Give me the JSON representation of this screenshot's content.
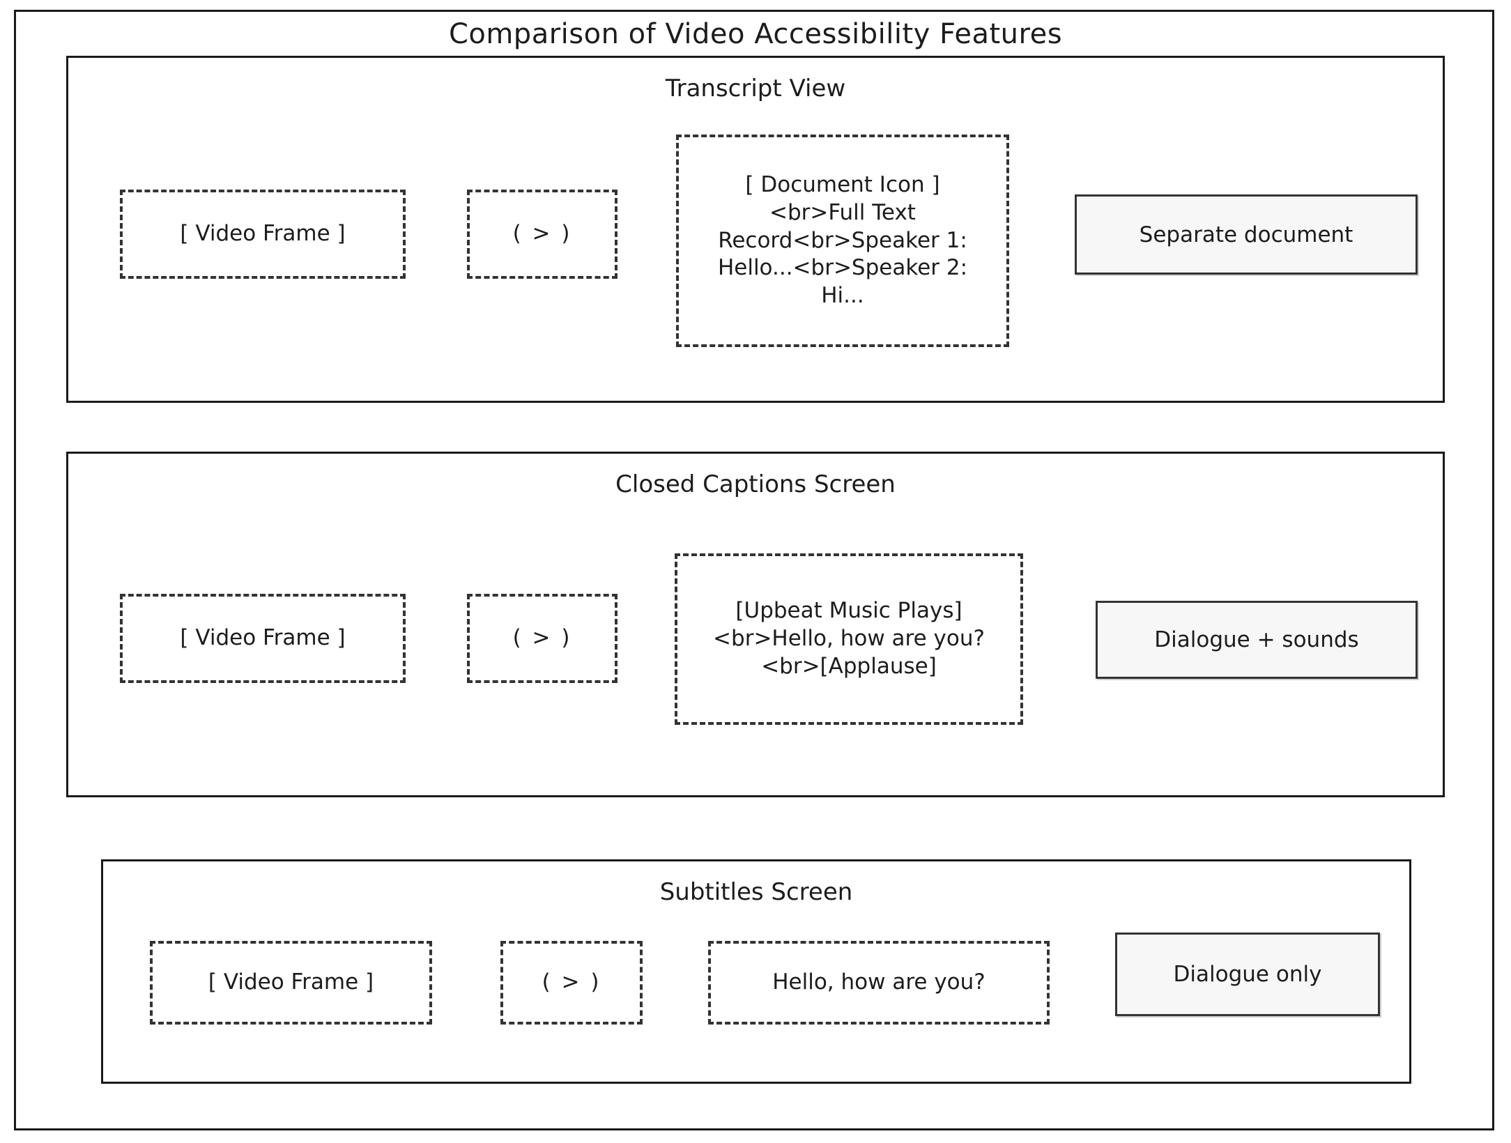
{
  "diagram": {
    "title": "Comparison of Video Accessibility Features",
    "background_color": "#ffffff",
    "stroke_color": "#1a1a1a",
    "dashed_stroke_color": "#333333",
    "solid_node_fill": "#f7f7f7",
    "text_color": "#1c1c1c"
  },
  "sections": [
    {
      "id": "transcript",
      "title": "Transcript View",
      "nodes": {
        "video_frame": "[ Video Frame ]",
        "play_control": "( > )",
        "content_panel": "[ Document Icon ]\n<br>Full Text\nRecord<br>Speaker 1:\nHello...<br>Speaker 2:\nHi...",
        "summary": "Separate document"
      }
    },
    {
      "id": "closed-captions",
      "title": "Closed Captions Screen",
      "nodes": {
        "video_frame": "[ Video Frame ]",
        "play_control": "( > )",
        "content_panel": "[Upbeat Music Plays]\n<br>Hello, how are you?\n<br>[Applause]",
        "summary": "Dialogue + sounds"
      }
    },
    {
      "id": "subtitles",
      "title": "Subtitles Screen",
      "nodes": {
        "video_frame": "[ Video Frame ]",
        "play_control": "( > )",
        "content_panel": "Hello, how are you?",
        "summary": "Dialogue only"
      }
    }
  ]
}
